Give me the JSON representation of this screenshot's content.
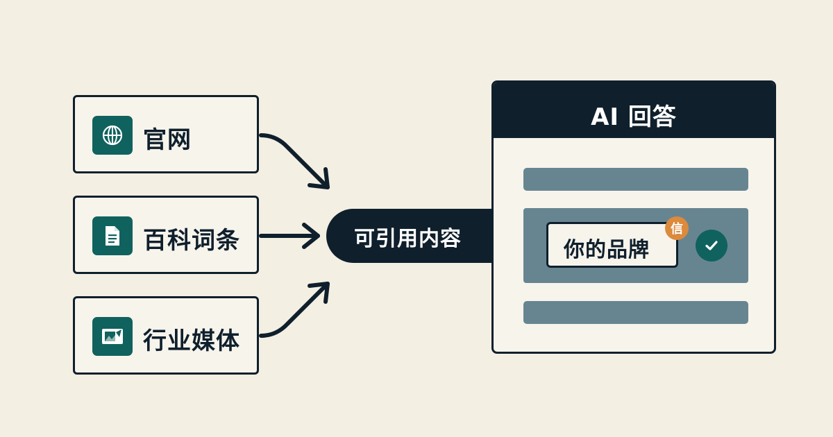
{
  "sources": [
    {
      "label": "官网",
      "icon": "globe-icon"
    },
    {
      "label": "百科词条",
      "icon": "document-icon"
    },
    {
      "label": "行业媒体",
      "icon": "media-icon"
    }
  ],
  "hub": {
    "label": "可引用内容"
  },
  "answer": {
    "title": "AI 回答",
    "brand_label": "你的品牌",
    "trust_badge": "信",
    "check_icon": "check-icon"
  },
  "colors": {
    "background": "#f4efe3",
    "dark": "#0f1f2c",
    "teal": "#10625e",
    "slate": "#678591",
    "orange": "#dc8a3c",
    "card": "#f7f4ec"
  }
}
